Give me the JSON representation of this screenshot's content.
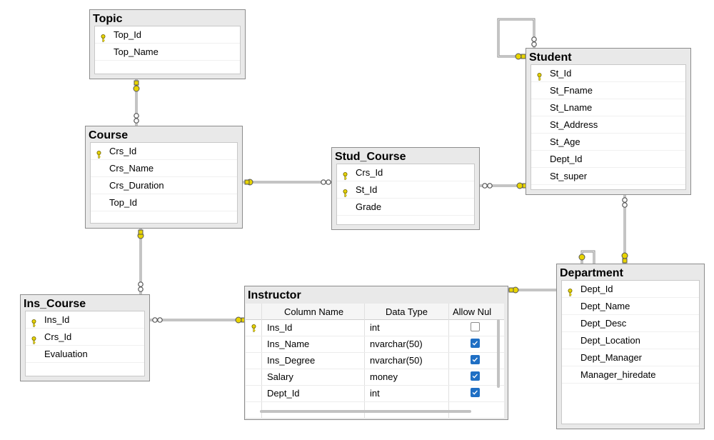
{
  "tables": {
    "topic": {
      "title": "Topic",
      "rows": [
        {
          "name": "Top_Id",
          "key": true
        },
        {
          "name": "Top_Name",
          "key": false
        }
      ]
    },
    "course": {
      "title": "Course",
      "rows": [
        {
          "name": "Crs_Id",
          "key": true
        },
        {
          "name": "Crs_Name",
          "key": false
        },
        {
          "name": "Crs_Duration",
          "key": false
        },
        {
          "name": "Top_Id",
          "key": false
        }
      ]
    },
    "stud_course": {
      "title": "Stud_Course",
      "rows": [
        {
          "name": "Crs_Id",
          "key": true
        },
        {
          "name": "St_Id",
          "key": true
        },
        {
          "name": "Grade",
          "key": false
        }
      ]
    },
    "student": {
      "title": "Student",
      "rows": [
        {
          "name": "St_Id",
          "key": true
        },
        {
          "name": "St_Fname",
          "key": false
        },
        {
          "name": "St_Lname",
          "key": false
        },
        {
          "name": "St_Address",
          "key": false
        },
        {
          "name": "St_Age",
          "key": false
        },
        {
          "name": "Dept_Id",
          "key": false
        },
        {
          "name": "St_super",
          "key": false
        }
      ]
    },
    "ins_course": {
      "title": "Ins_Course",
      "rows": [
        {
          "name": "Ins_Id",
          "key": true
        },
        {
          "name": "Crs_Id",
          "key": true
        },
        {
          "name": "Evaluation",
          "key": false
        }
      ]
    },
    "department": {
      "title": "Department",
      "rows": [
        {
          "name": "Dept_Id",
          "key": true
        },
        {
          "name": "Dept_Name",
          "key": false
        },
        {
          "name": "Dept_Desc",
          "key": false
        },
        {
          "name": "Dept_Location",
          "key": false
        },
        {
          "name": "Dept_Manager",
          "key": false
        },
        {
          "name": "Manager_hiredate",
          "key": false
        }
      ]
    },
    "instructor": {
      "title": "Instructor",
      "headers": {
        "column_name": "Column Name",
        "data_type": "Data Type",
        "allow_nulls": "Allow Nul"
      },
      "rows": [
        {
          "name": "Ins_Id",
          "type": "int",
          "key": true,
          "nulls": false
        },
        {
          "name": "Ins_Name",
          "type": "nvarchar(50)",
          "key": false,
          "nulls": true
        },
        {
          "name": "Ins_Degree",
          "type": "nvarchar(50)",
          "key": false,
          "nulls": true
        },
        {
          "name": "Salary",
          "type": "money",
          "key": false,
          "nulls": true
        },
        {
          "name": "Dept_Id",
          "type": "int",
          "key": false,
          "nulls": true
        }
      ]
    }
  },
  "colors": {
    "key": "#e8d400",
    "link": "#7a7a7a",
    "check": "#1f6fc4"
  }
}
